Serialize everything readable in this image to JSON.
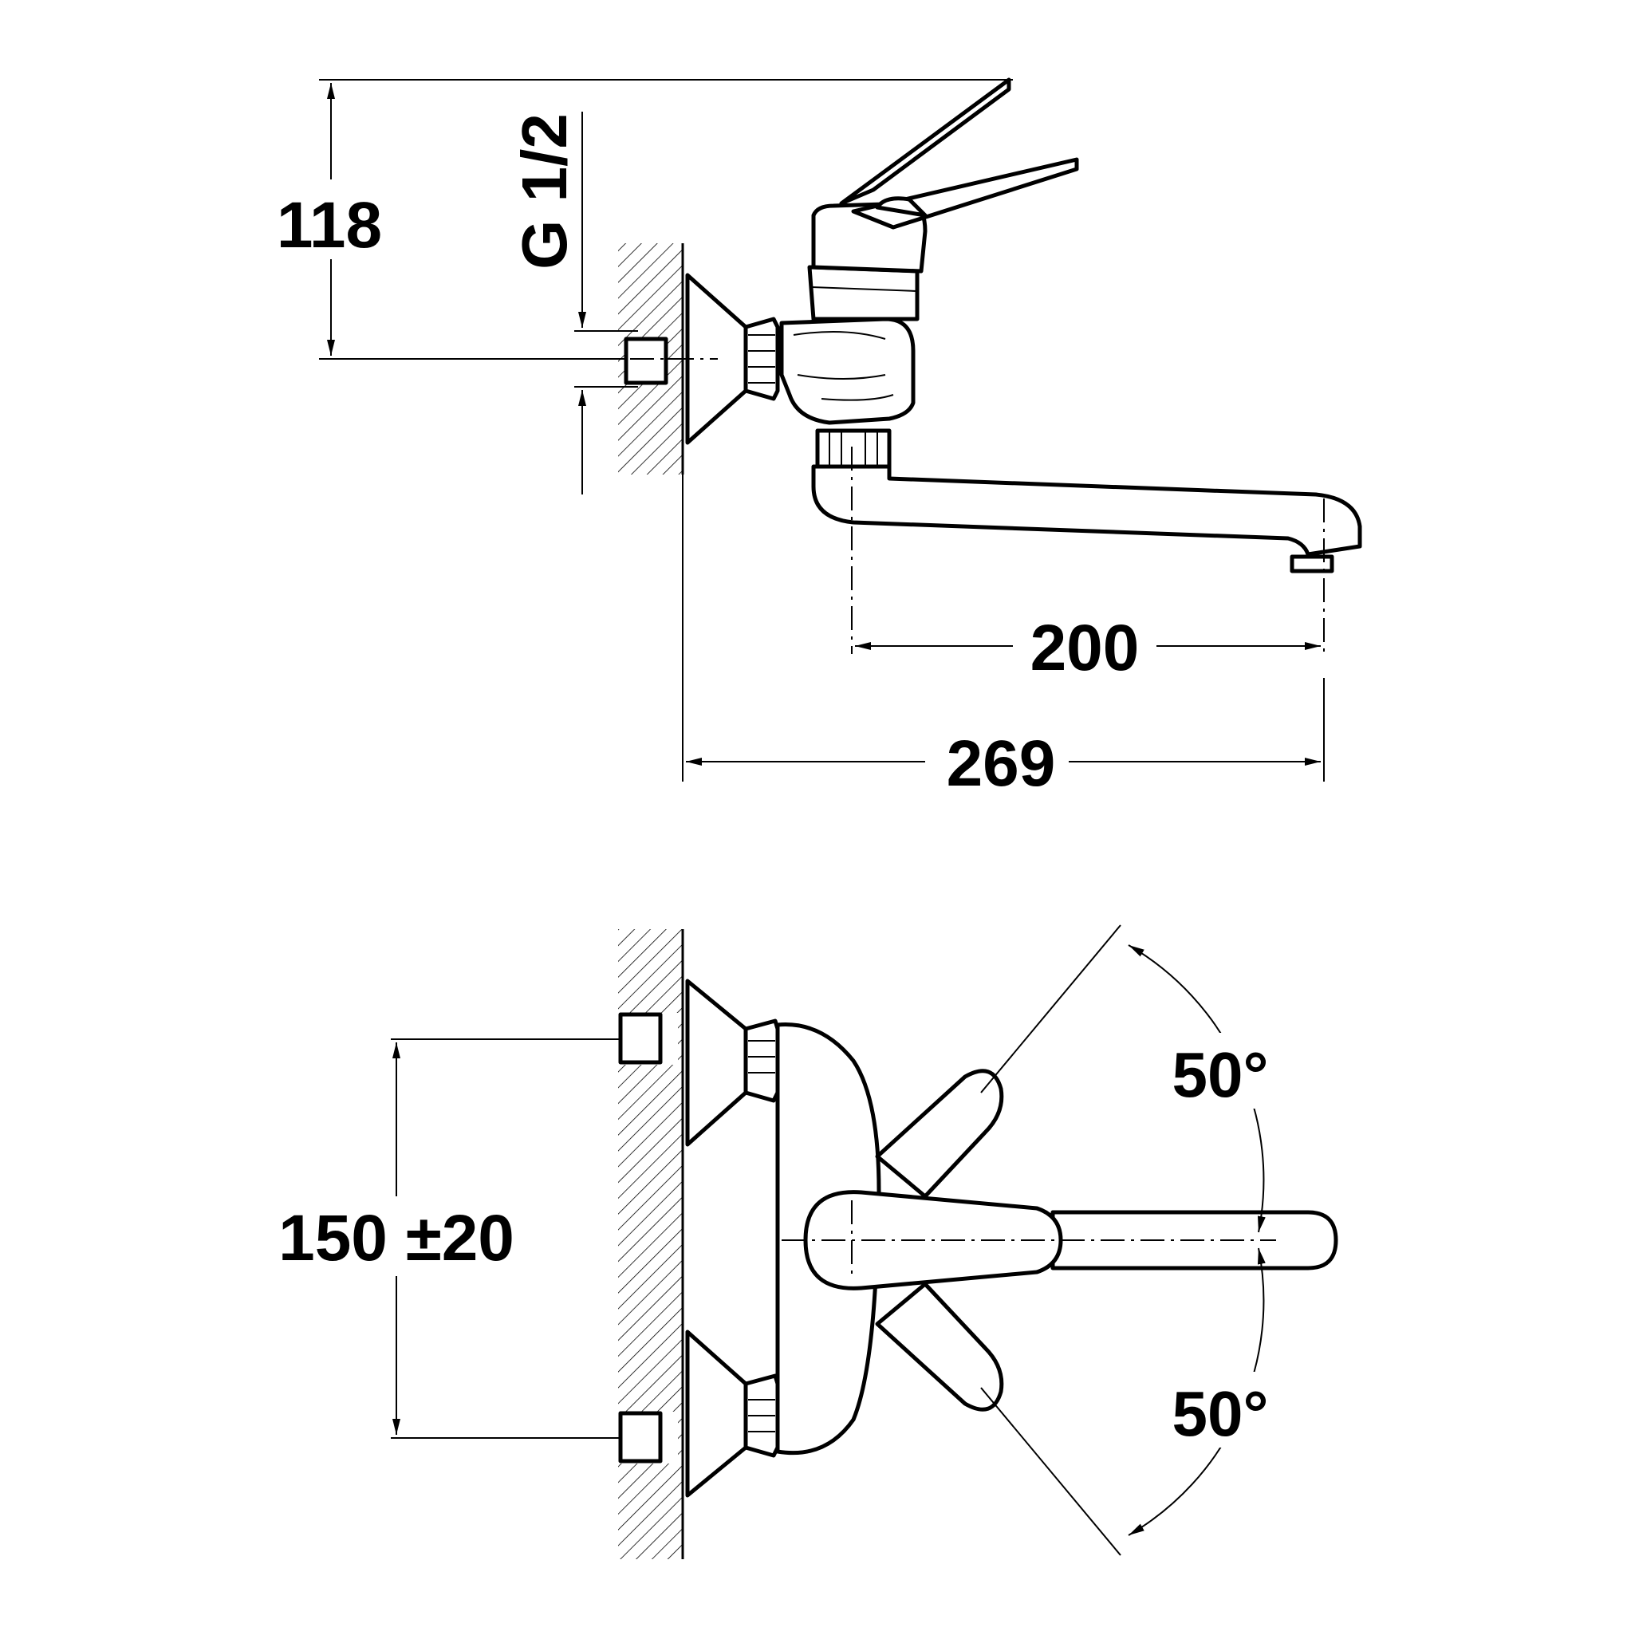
{
  "dimensions": {
    "height_118": "118",
    "thread": "G 1/2",
    "spout_reach": "200",
    "total_projection": "269",
    "centres": "150 ±20",
    "angle_upper": "50°",
    "angle_lower": "50°"
  }
}
